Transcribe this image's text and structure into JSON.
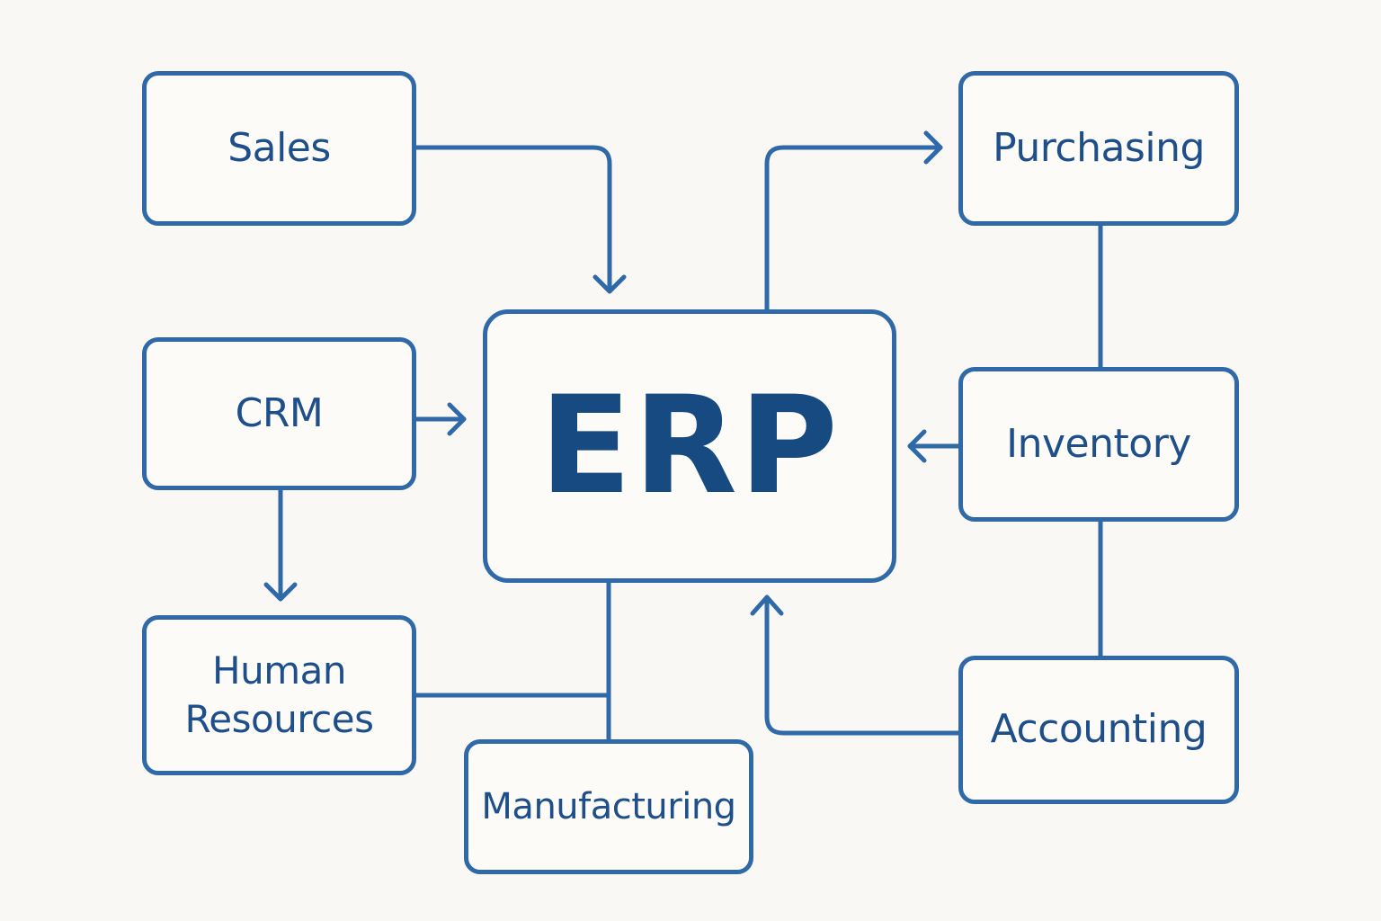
{
  "diagram": {
    "title": "ERP",
    "nodes": {
      "erp": "ERP",
      "sales": "Sales",
      "crm": "CRM",
      "hr_line1": "Human",
      "hr_line2": "Resources",
      "manufacturing": "Manufacturing",
      "purchasing": "Purchasing",
      "inventory": "Inventory",
      "accounting": "Accounting"
    },
    "edges": [
      {
        "from": "Sales",
        "to": "ERP",
        "type": "arrow"
      },
      {
        "from": "CRM",
        "to": "ERP",
        "type": "arrow"
      },
      {
        "from": "CRM",
        "to": "Human Resources",
        "type": "arrow"
      },
      {
        "from": "ERP",
        "to": "Purchasing",
        "type": "arrow"
      },
      {
        "from": "Inventory",
        "to": "ERP",
        "type": "arrow"
      },
      {
        "from": "Accounting",
        "to": "ERP",
        "type": "arrow"
      },
      {
        "from": "Purchasing",
        "to": "Inventory",
        "type": "line"
      },
      {
        "from": "Inventory",
        "to": "Accounting",
        "type": "line"
      },
      {
        "from": "ERP",
        "to": "Manufacturing",
        "type": "line"
      },
      {
        "from": "Human Resources",
        "to": "ERP",
        "type": "line"
      }
    ],
    "colors": {
      "stroke": "#2f69a8",
      "text": "#1e4f8a",
      "erp_text": "#174a80",
      "background": "#faf8f4"
    }
  }
}
